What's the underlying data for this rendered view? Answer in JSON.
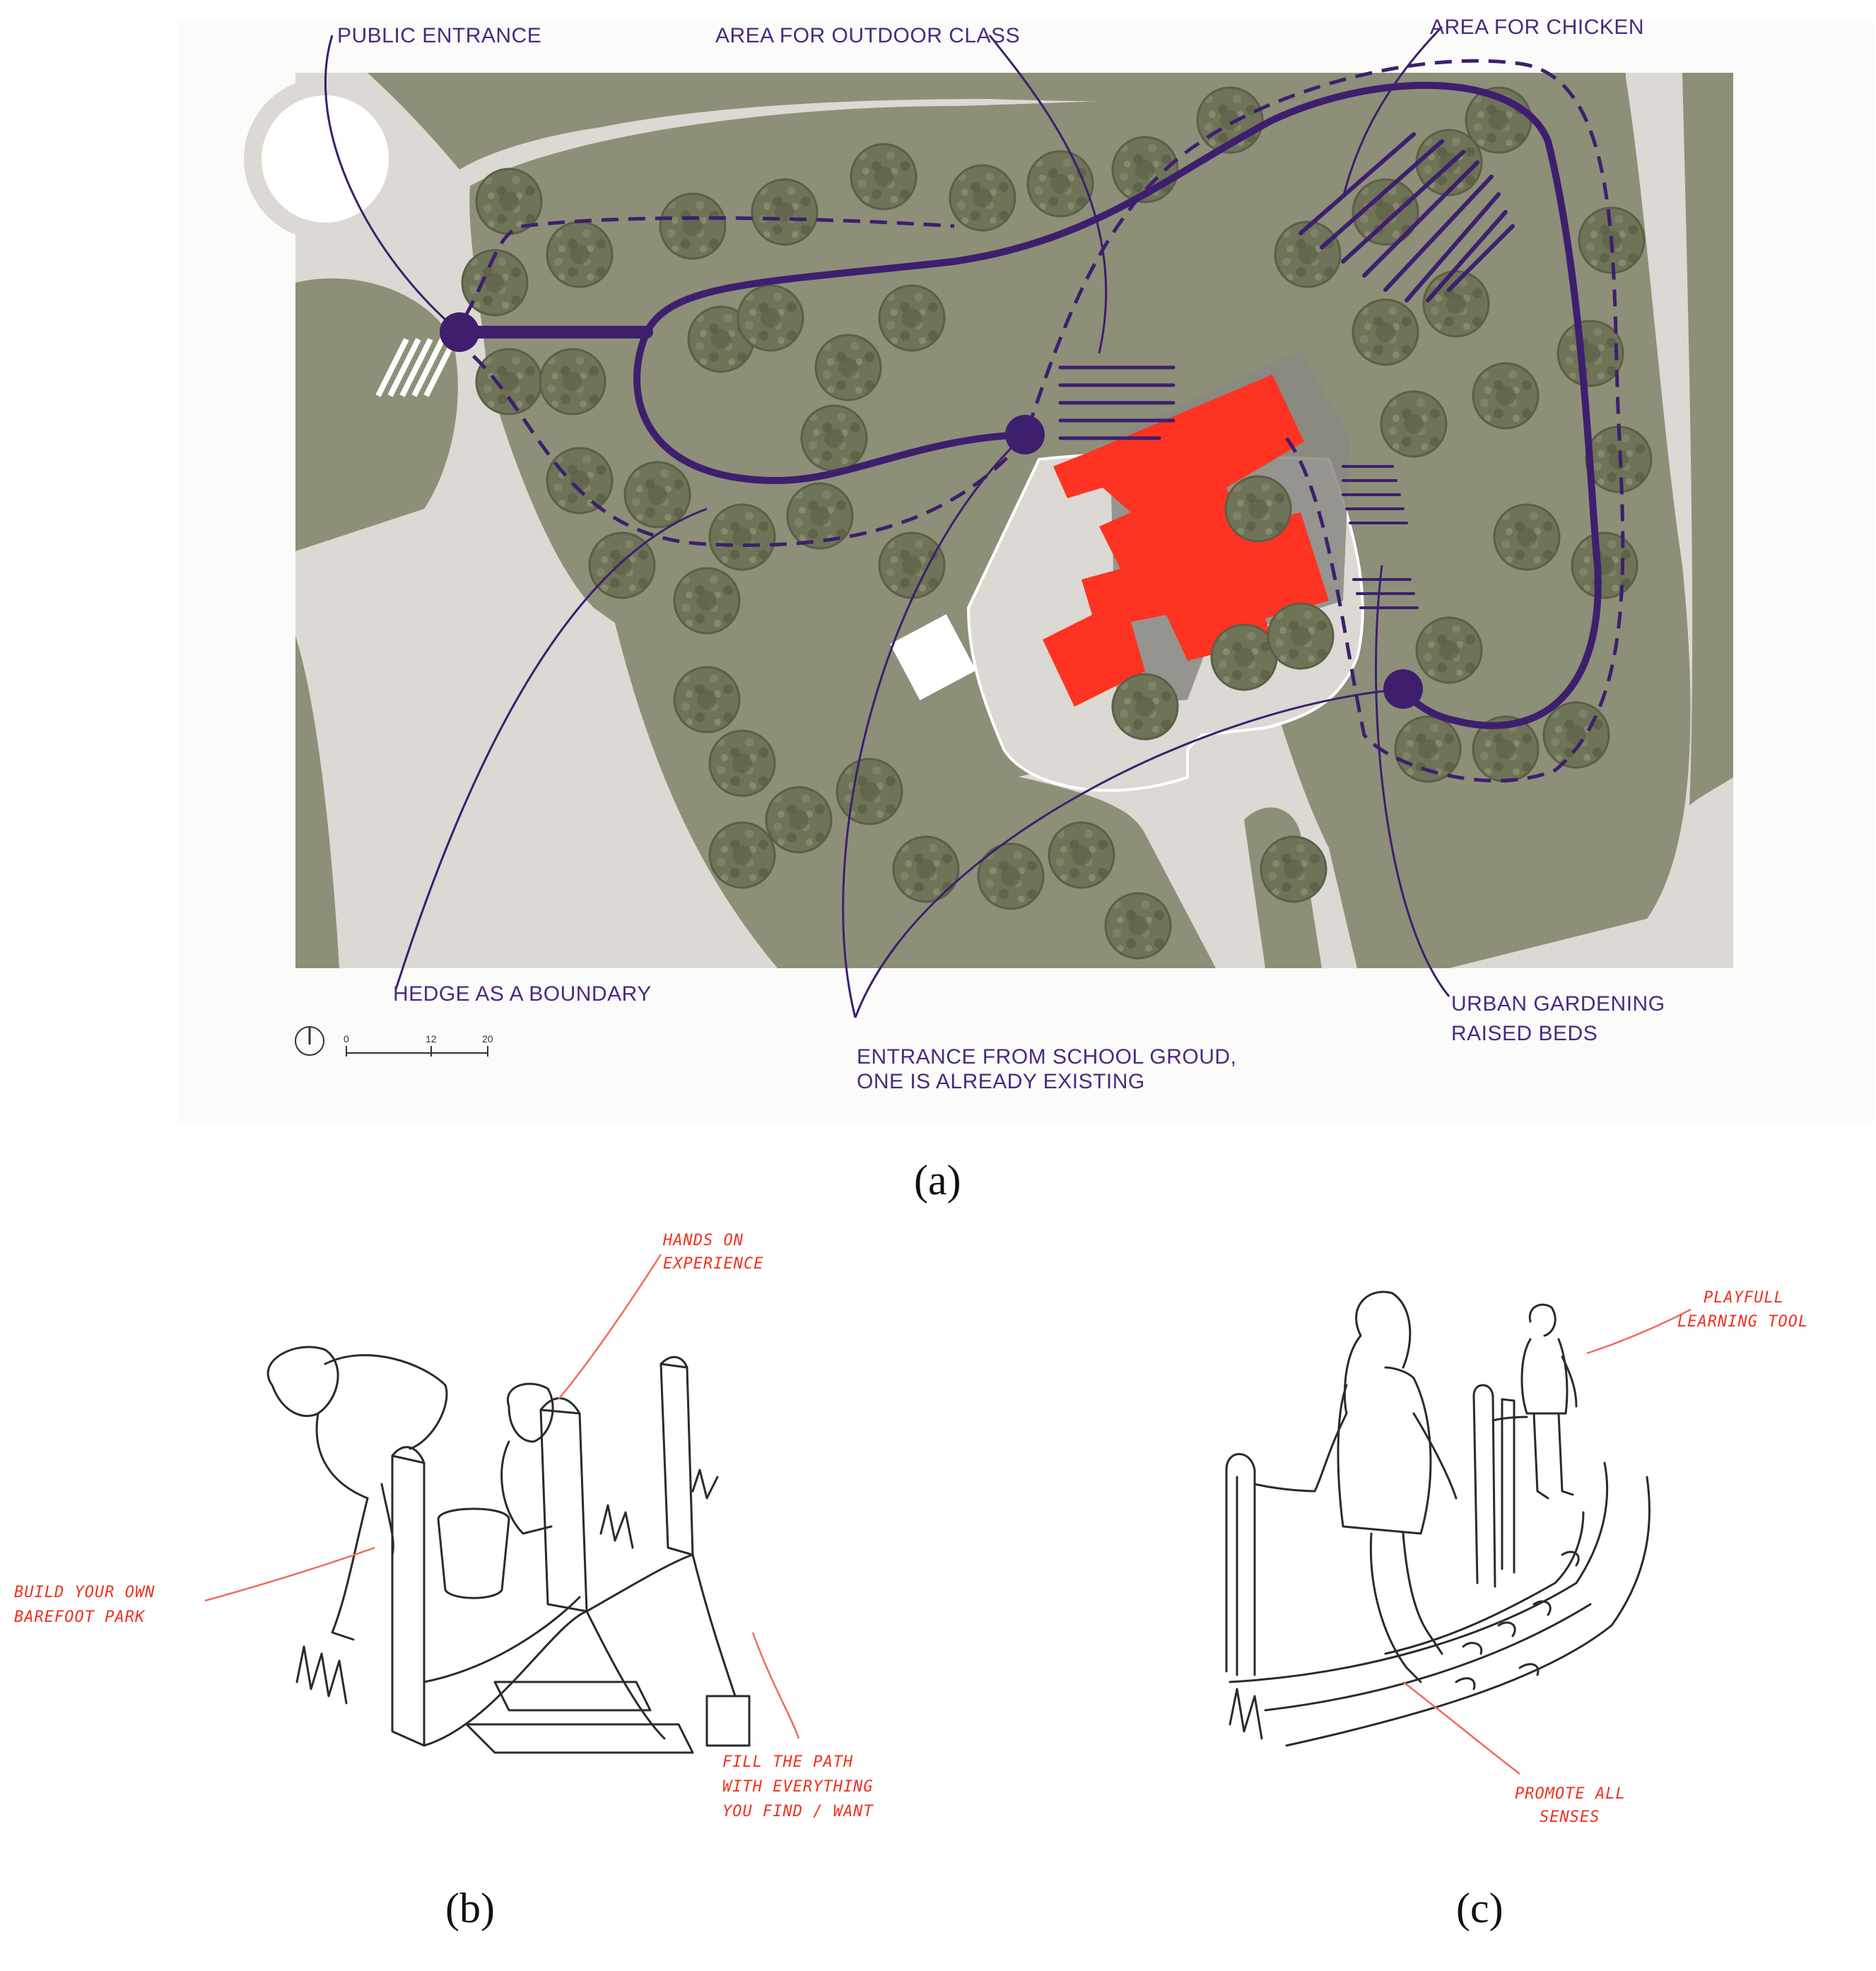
{
  "panel_a": {
    "labels": {
      "public_entrance": "PUBLIC ENTRANCE",
      "outdoor_class": "AREA FOR OUTDOOR CLASS",
      "chicken": "AREA FOR CHICKEN",
      "hedge": "HEDGE AS A BOUNDARY",
      "school_entrance_1": "ENTRANCE FROM SCHOOL GROUD,",
      "school_entrance_2": "ONE IS ALREADY EXISTING",
      "gardening_1": "URBAN GARDENING",
      "gardening_2": "RAISED BEDS"
    },
    "scale": {
      "t0": "0",
      "t1": "12",
      "t2": "20"
    },
    "caption": "(a)"
  },
  "panel_b": {
    "notes": {
      "hands_1": "HANDS ON",
      "hands_2": "EXPERIENCE",
      "build_1": "BUILD YOUR OWN",
      "build_2": "BAREFOOT PARK",
      "fill_1": "FILL THE PATH",
      "fill_2": "WITH EVERYTHING",
      "fill_3": "YOU FIND / WANT"
    },
    "caption": "(b)"
  },
  "panel_c": {
    "notes": {
      "playfull_1": "PLAYFULL",
      "playfull_2": "LEARNING TOOL",
      "promote_1": "PROMOTE ALL",
      "promote_2": "SENSES"
    },
    "caption": "(c)"
  },
  "colors": {
    "grass": "#8e8f78",
    "road": "#dcd8d3",
    "tree": "#6f7358",
    "building": "#ff3322",
    "path": "#3d1f6e",
    "label": "#4a2a7e",
    "sketch_note": "#f0311f"
  }
}
